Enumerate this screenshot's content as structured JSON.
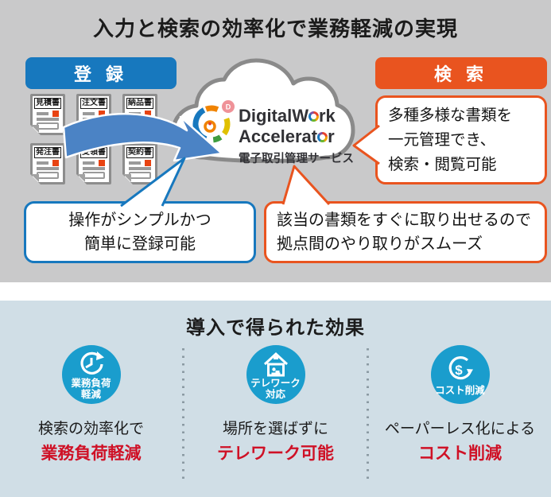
{
  "top": {
    "title": "入力と検索の効率化で業務軽減の実現",
    "register_label": "登 録",
    "search_label": "検 索",
    "documents": [
      "見積書",
      "注文書",
      "納品書",
      "発注書",
      "受領書",
      "契約書"
    ],
    "cloud": {
      "brand_line1_start": "DigitalW",
      "brand_line1_end": "rk",
      "brand_line2_start": "Accelerat",
      "brand_line2_end": "r",
      "d_mark": "D",
      "subtitle": "電子取引管理サービス"
    },
    "bubbles": {
      "search": {
        "lines": [
          "多種多様な書類を",
          "一元管理でき、",
          "検索・閲覧可能"
        ]
      },
      "register": {
        "lines": [
          "操作がシンプルかつ",
          "簡単に登録可能"
        ]
      },
      "retrieve": {
        "lines": [
          "該当の書類をすぐに取り出せるので",
          "拠点間のやり取りがスムーズ"
        ]
      }
    }
  },
  "bottom": {
    "title": "導入で得られた効果",
    "effects": [
      {
        "icon": "workload-reduction-icon",
        "badge_lines": [
          "業務負荷",
          "軽減"
        ],
        "desc": "検索の効率化で",
        "highlight": "業務負荷軽減"
      },
      {
        "icon": "telework-home-icon",
        "badge_lines": [
          "テレワーク",
          "対応"
        ],
        "desc": "場所を選ばずに",
        "highlight": "テレワーク可能"
      },
      {
        "icon": "cost-reduction-icon",
        "badge_lines": [
          "コスト削減"
        ],
        "desc": "ペーパーレス化による",
        "highlight": "コスト削減",
        "symbol": "$"
      }
    ]
  },
  "colors": {
    "register_blue": "#1778be",
    "search_orange": "#e9541f",
    "arrow_blue": "#4b83c5",
    "effect_circle_blue": "#1a9dcd",
    "highlight_red": "#cf1126",
    "top_background": "#c9c9ca",
    "bottom_background": "#d0dee6"
  }
}
